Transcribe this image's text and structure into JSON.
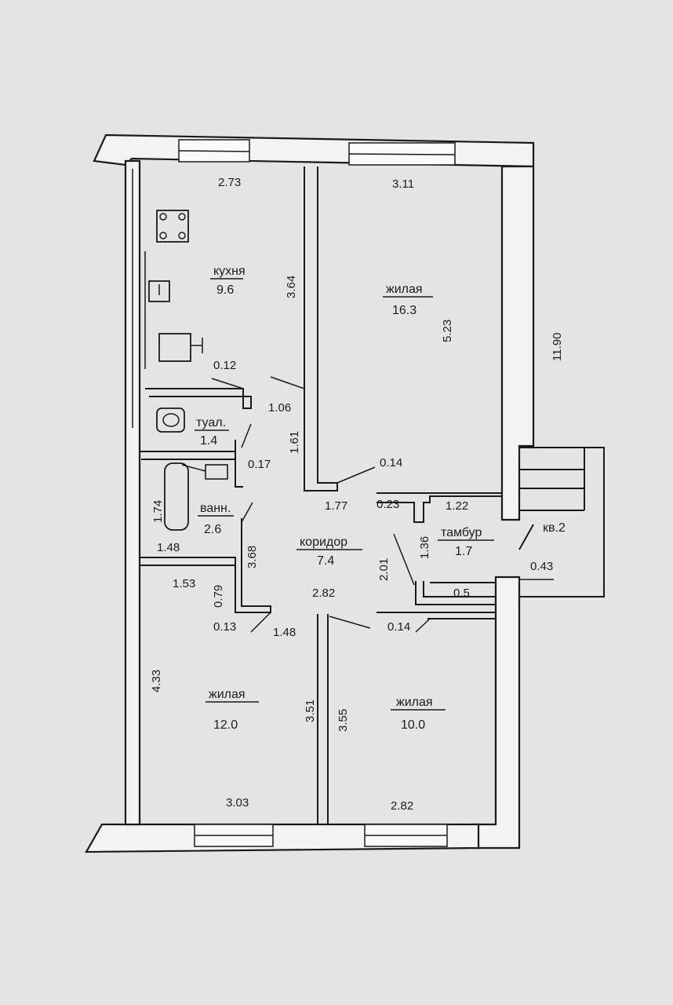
{
  "rooms": {
    "kitchen": {
      "name": "кухня",
      "area": "9.6"
    },
    "living_top": {
      "name": "жилая",
      "area": "16.3"
    },
    "toilet": {
      "name": "туал.",
      "area": "1.4"
    },
    "bath": {
      "name": "ванн.",
      "area": "2.6"
    },
    "corridor": {
      "name": "коридор",
      "area": "7.4"
    },
    "vestibule": {
      "name": "тамбур",
      "area": "1.7"
    },
    "living_bottom_left": {
      "name": "жилая",
      "area": "12.0"
    },
    "living_bottom_right": {
      "name": "жилая",
      "area": "10.0"
    }
  },
  "neighbor_label": "кв.2",
  "dimensions": {
    "kitchen_width": "2.73",
    "living_top_width": "3.11",
    "kitchen_depth": "3.64",
    "living_top_depth": "5.23",
    "overall_depth": "11.90",
    "partition_top": "0.12",
    "door_kitchen": "1.06",
    "toilet_wall": "1.61",
    "toilet_thick": "0.17",
    "door_0_14_top": "0.14",
    "corr_top": "1.77",
    "wall_0_23": "0.23",
    "vest_top": "1.22",
    "bath_depth": "1.74",
    "bath_width": "1.48",
    "bath_corr": "3.68",
    "vest_depth": "1.36",
    "door_2_01": "2.01",
    "ext_0_43": "0.43",
    "vest_0_5": "0.5",
    "corr_width": "2.82",
    "dim_1_53": "1.53",
    "dim_0_79": "0.79",
    "dim_0_13": "0.13",
    "dim_1_48": "1.48",
    "door_0_14_bottom": "0.14",
    "left_depth": "4.33",
    "bl_depth": "3.51",
    "br_depth": "3.55",
    "bl_width": "3.03",
    "br_width": "2.82"
  }
}
